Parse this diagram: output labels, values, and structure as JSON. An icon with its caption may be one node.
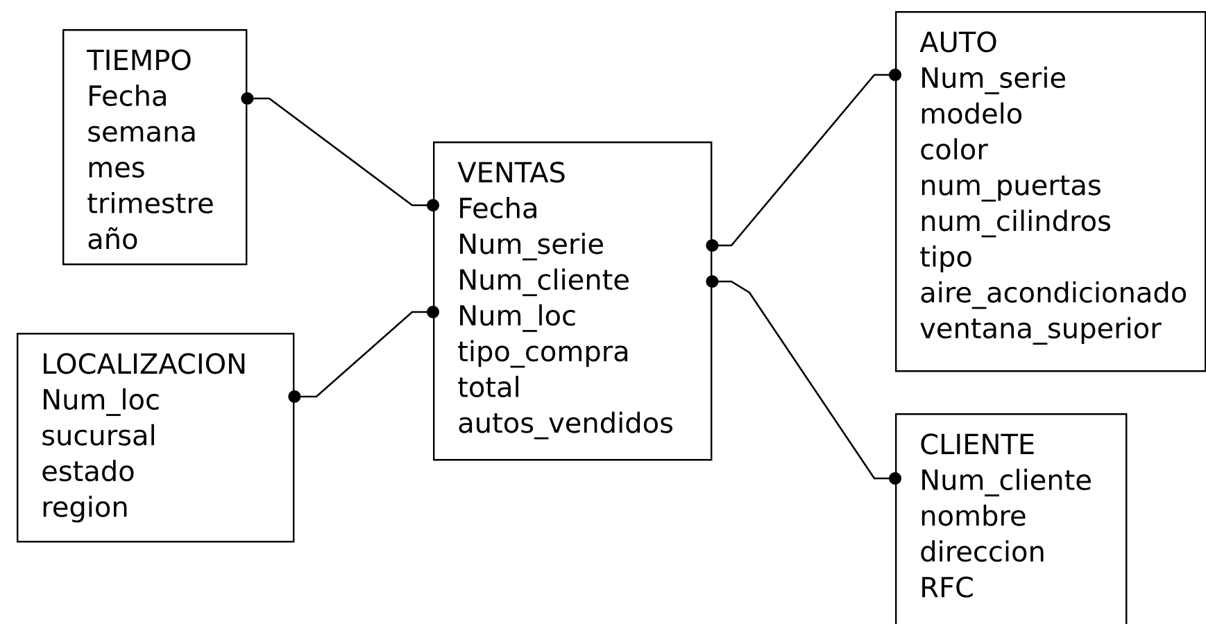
{
  "diagram": {
    "nodes": [
      {
        "text": [
          "TIEMPO",
          "Fecha",
          "semana",
          "mes",
          "trimestre",
          "año"
        ]
      },
      {
        "text": [
          "VENTAS",
          "Fecha",
          "Num_serie",
          "Num_cliente",
          "Num_loc",
          "tipo_compra",
          "total",
          "autos_vendidos"
        ]
      },
      {
        "text": [
          "AUTO",
          "Num_serie",
          "modelo",
          "color",
          "num_puertas",
          "num_cilindros",
          "tipo",
          "aire_acondicionado",
          "ventana_superior"
        ]
      },
      {
        "text": [
          "LOCALIZACION",
          "Num_loc",
          "sucursal",
          "estado",
          "region"
        ]
      },
      {
        "text": [
          "CLIENTE",
          "Num_cliente",
          "nombre",
          "direccion",
          "RFC"
        ]
      }
    ],
    "edges": [
      {
        "from": 0,
        "to": 1,
        "arrow": "other"
      },
      {
        "from": 3,
        "to": 1,
        "arrow": "other"
      },
      {
        "from": 1,
        "to": 2,
        "arrow": "other"
      },
      {
        "from": 1,
        "to": 4,
        "arrow": "other"
      }
    ]
  }
}
